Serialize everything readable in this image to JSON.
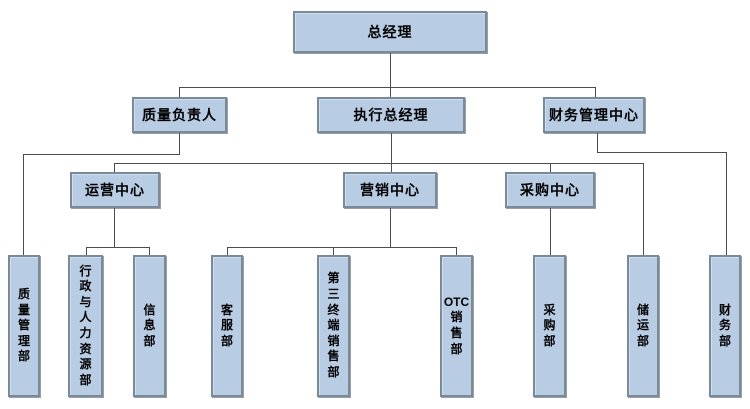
{
  "diagram": {
    "type": "org-chart",
    "colors": {
      "box_fill": "#b8cce4",
      "box_border": "#7b8a99",
      "connector_line": "#4d4d4d",
      "text": "#000000",
      "background": "#ffffff"
    },
    "nodes": {
      "gm": {
        "label": "总经理"
      },
      "quality_lead": {
        "label": "质量负责人"
      },
      "exec_gm": {
        "label": "执行总经理"
      },
      "finance_center": {
        "label": "财务管理中心"
      },
      "ops_center": {
        "label": "运营中心"
      },
      "marketing_center": {
        "label": "营销中心"
      },
      "purchase_center": {
        "label": "采购中心"
      },
      "dept_quality": {
        "label": "质量管理部"
      },
      "dept_admin_hr": {
        "label": "行政与人力资源部"
      },
      "dept_info": {
        "label": "信息部"
      },
      "dept_service": {
        "label": "客服部"
      },
      "dept_third_terminal": {
        "label": "第三终端销售部"
      },
      "dept_otc": {
        "label": "OTC销售部"
      },
      "dept_purchase": {
        "label": "采购部"
      },
      "dept_logistics": {
        "label": "储运部"
      },
      "dept_finance": {
        "label": "财务部"
      }
    },
    "hierarchy": [
      {
        "parent": "总经理",
        "children": [
          "质量负责人",
          "执行总经理",
          "财务管理中心"
        ]
      },
      {
        "parent": "质量负责人",
        "children": [
          "质量管理部"
        ]
      },
      {
        "parent": "执行总经理",
        "children": [
          "运营中心",
          "营销中心",
          "采购中心",
          "储运部"
        ]
      },
      {
        "parent": "财务管理中心",
        "children": [
          "财务部"
        ]
      },
      {
        "parent": "运营中心",
        "children": [
          "行政与人力资源部",
          "信息部"
        ]
      },
      {
        "parent": "营销中心",
        "children": [
          "客服部",
          "第三终端销售部",
          "OTC销售部"
        ]
      },
      {
        "parent": "采购中心",
        "children": [
          "采购部"
        ]
      }
    ]
  }
}
